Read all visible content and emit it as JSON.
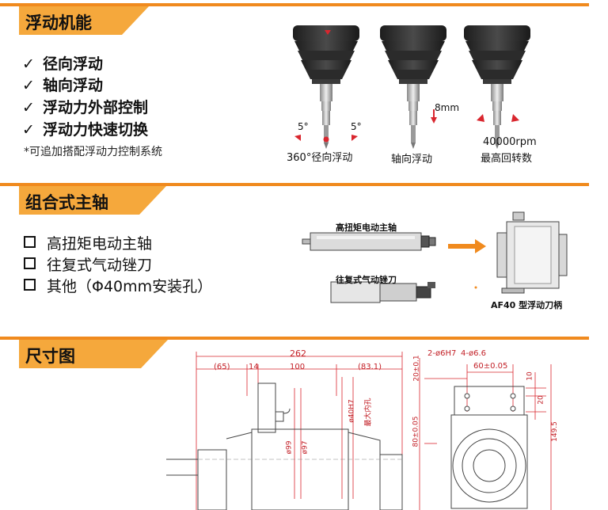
{
  "sections": {
    "floating": {
      "title": "浮动机能",
      "features": [
        "径向浮动",
        "轴向浮动",
        "浮动力外部控制",
        "浮动力快速切换"
      ],
      "check_glyph": "✓",
      "note": "*可追加搭配浮动力控制系统",
      "captions": {
        "radial": "360°径向浮动",
        "axial": "轴向浮动",
        "speed_value": "40000rpm",
        "speed_label": "最高回转数"
      },
      "angle_left": "5°",
      "angle_right": "5°",
      "axial_travel": "8mm"
    },
    "combo": {
      "title": "组合式主轴",
      "options": [
        "高扭矩电动主轴",
        "往复式气动锉刀",
        "其他（Φ40mm安装孔）"
      ],
      "labels": {
        "spindle": "高扭矩电动主轴",
        "file": "往复式气动锉刀",
        "holder": "AF40 型浮动刀柄"
      }
    },
    "dims": {
      "title": "尺寸图",
      "side_view": {
        "overall": "262",
        "seg1": "(65)",
        "seg2": "14",
        "seg3": "100",
        "seg4": "(83.1)",
        "d1": "ø99",
        "d2": "ø97",
        "bore": "ø40H7",
        "bore_note": "最大内孔"
      },
      "front_view": {
        "holes1": "2-ø6H7",
        "holes2": "4-ø6.6",
        "pitch": "60±0.05",
        "h1": "20±0.1",
        "h2": "10",
        "h3": "20",
        "h4": "80±0.05",
        "h5": "149.5"
      }
    }
  },
  "colors": {
    "accent": "#f08a1e",
    "header_bg": "#f5a83c",
    "marker": "#d9262e"
  }
}
